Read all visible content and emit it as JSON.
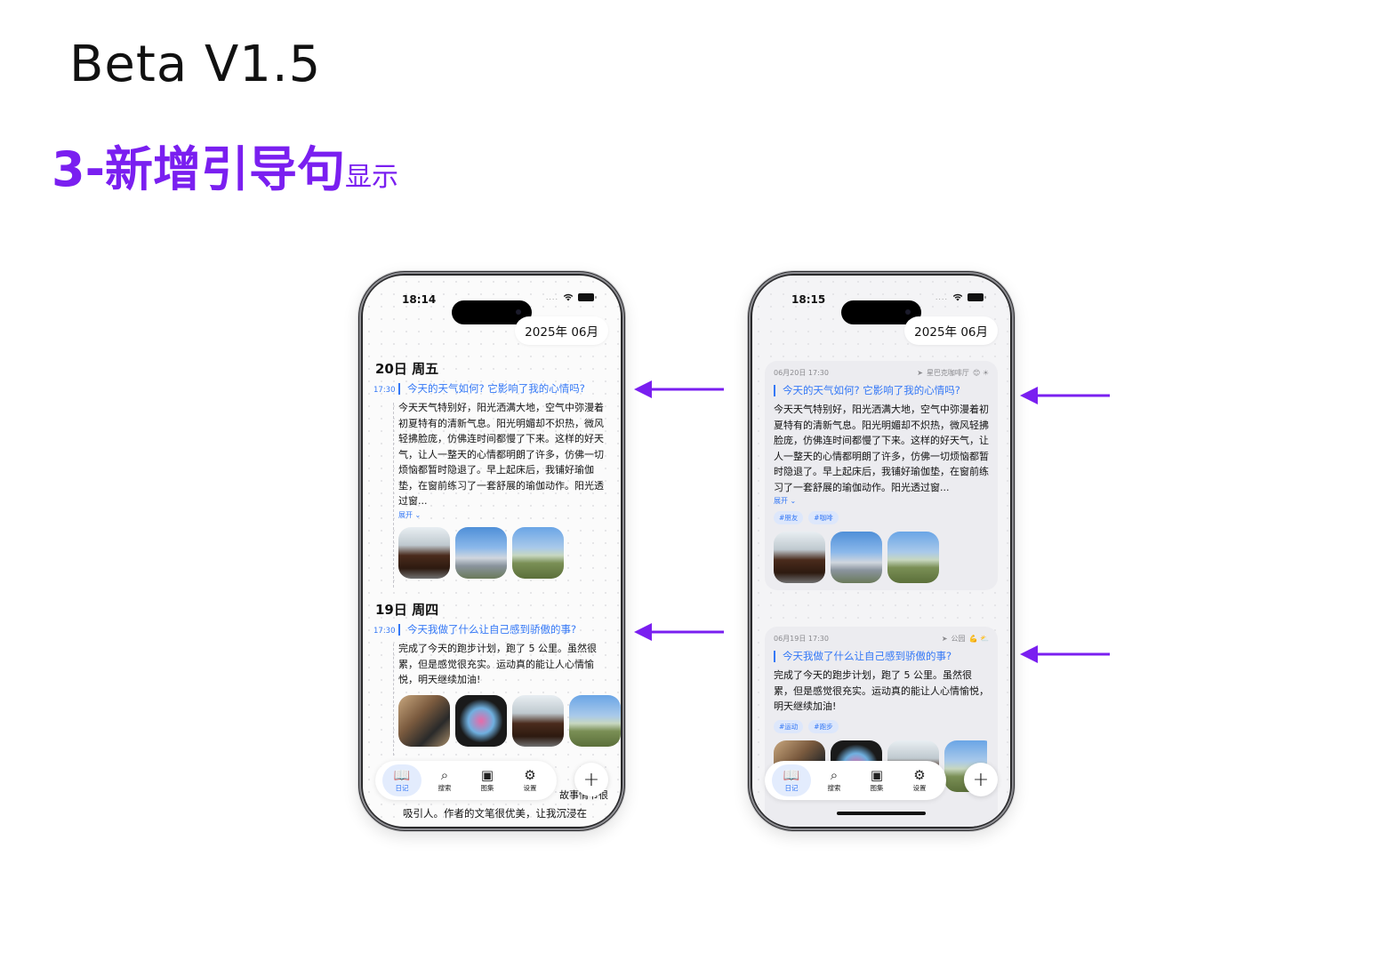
{
  "title": "Beta V1.5",
  "subtitle": {
    "main": "3-新增引导句",
    "suffix": "显示"
  },
  "colors": {
    "accent": "#7a1ff0",
    "link": "#3478f6"
  },
  "phone_left": {
    "time": "18:14",
    "month": "2025年 06月",
    "days": [
      {
        "header": "20日 周五",
        "time": "17:30",
        "prompt": "今天的天气如何? 它影响了我的心情吗?",
        "body": "今天天气特别好，阳光洒满大地，空气中弥漫着初夏特有的清新气息。阳光明媚却不炽热，微风轻拂脸庞，仿佛连时间都慢了下来。这样的好天气，让人一整天的心情都明朗了许多，仿佛一切烦恼都暂时隐退了。早上起床后，我铺好瑜伽垫，在窗前练习了一套舒展的瑜伽动作。阳光透过窗...",
        "expand": "展开"
      },
      {
        "header": "19日 周四",
        "time": "17:30",
        "prompt": "今天我做了什么让自己感到骄傲的事?",
        "body": "完成了今天的跑步计划，跑了 5 公里。虽然很累，但是感觉很充实。运动真的能让人心情愉悦，明天继续加油!"
      }
    ],
    "peek_line_1": "故事情节很",
    "peek_line_2": "吸引人。作者的文笔很优美，让我沉浸在"
  },
  "phone_right": {
    "time": "18:15",
    "month": "2025年 06月",
    "cards": [
      {
        "date": "06月20日 17:30",
        "location": "星巴克咖啡厅",
        "emoji": "😊 ☀",
        "prompt": "今天的天气如何? 它影响了我的心情吗?",
        "body": "今天天气特别好，阳光洒满大地，空气中弥漫着初夏特有的清新气息。阳光明媚却不炽热，微风轻拂脸庞，仿佛连时间都慢了下来。这样的好天气，让人一整天的心情都明朗了许多，仿佛一切烦恼都暂时隐退了。早上起床后，我铺好瑜伽垫，在窗前练习了一套舒展的瑜伽动作。阳光透过窗...",
        "expand": "展开",
        "tags": [
          "#朋友",
          "#咖啡"
        ]
      },
      {
        "date": "06月19日 17:30",
        "location": "公园",
        "emoji": "💪 ⛅",
        "prompt": "今天我做了什么让自己感到骄傲的事?",
        "body": "完成了今天的跑步计划，跑了 5 公里。虽然很累，但是感觉很充实。运动真的能让人心情愉悦，明天继续加油!",
        "tags": [
          "#运动",
          "#跑步"
        ]
      }
    ]
  },
  "tabs": [
    {
      "label": "日记",
      "icon": "book-icon"
    },
    {
      "label": "搜索",
      "icon": "search-icon"
    },
    {
      "label": "图集",
      "icon": "photo-icon"
    },
    {
      "label": "设置",
      "icon": "gear-icon"
    }
  ],
  "fab_symbol": "+"
}
